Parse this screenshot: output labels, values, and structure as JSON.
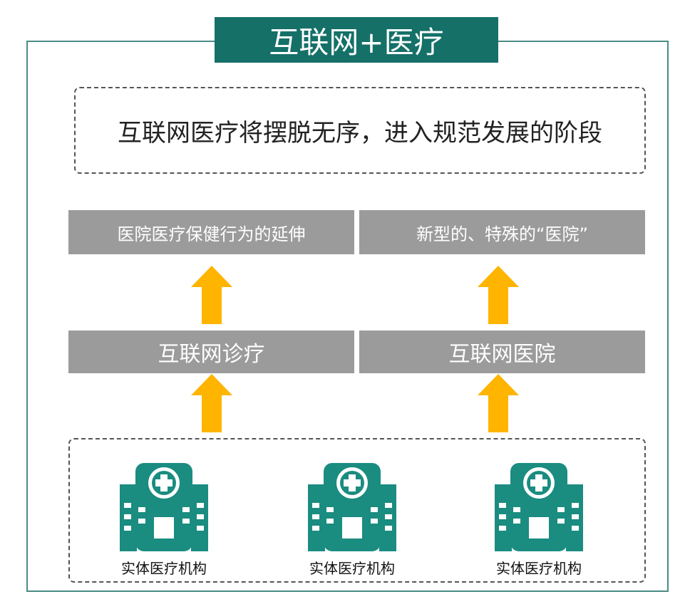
{
  "title": "互联网+医疗",
  "summary": "互联网医疗将摆脱无序，进入规范发展的阶段",
  "tiers": {
    "top": [
      {
        "label": "医院医疗保健行为的延伸"
      },
      {
        "label": "新型的、特殊的“医院”"
      }
    ],
    "middle": [
      {
        "label": "互联网诊疗"
      },
      {
        "label": "互联网医院"
      }
    ]
  },
  "institutions": [
    {
      "label": "实体医疗机构",
      "icon": "hospital-icon"
    },
    {
      "label": "实体医疗机构",
      "icon": "hospital-icon"
    },
    {
      "label": "实体医疗机构",
      "icon": "hospital-icon"
    }
  ],
  "colors": {
    "title_bg": "#157068",
    "hospital_icon": "#1a8c80",
    "tier_box": "#9b9b9b",
    "arrow": "#ffb400",
    "frame": "#4a8c86"
  }
}
